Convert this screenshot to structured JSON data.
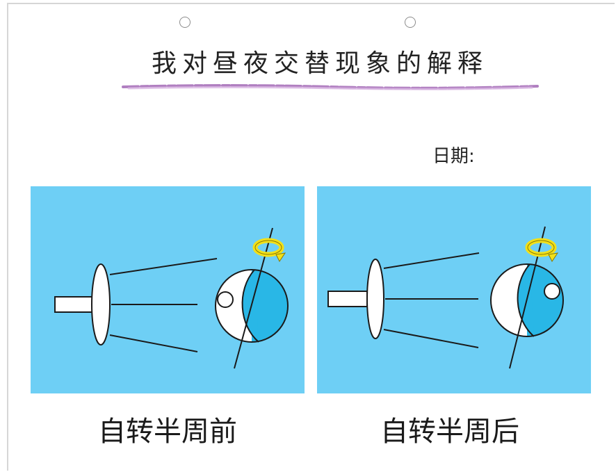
{
  "worksheet": {
    "title": "我对昼夜交替现象的解释",
    "date_label": "日期:",
    "panels": [
      {
        "caption": "自转半周前"
      },
      {
        "caption": "自转半周后"
      }
    ]
  },
  "colors": {
    "panel_bg": "#6ecff5",
    "night_side": "#29b7e6",
    "rotation_arrow": "#f2e01a",
    "underline": "#b07fc0"
  }
}
